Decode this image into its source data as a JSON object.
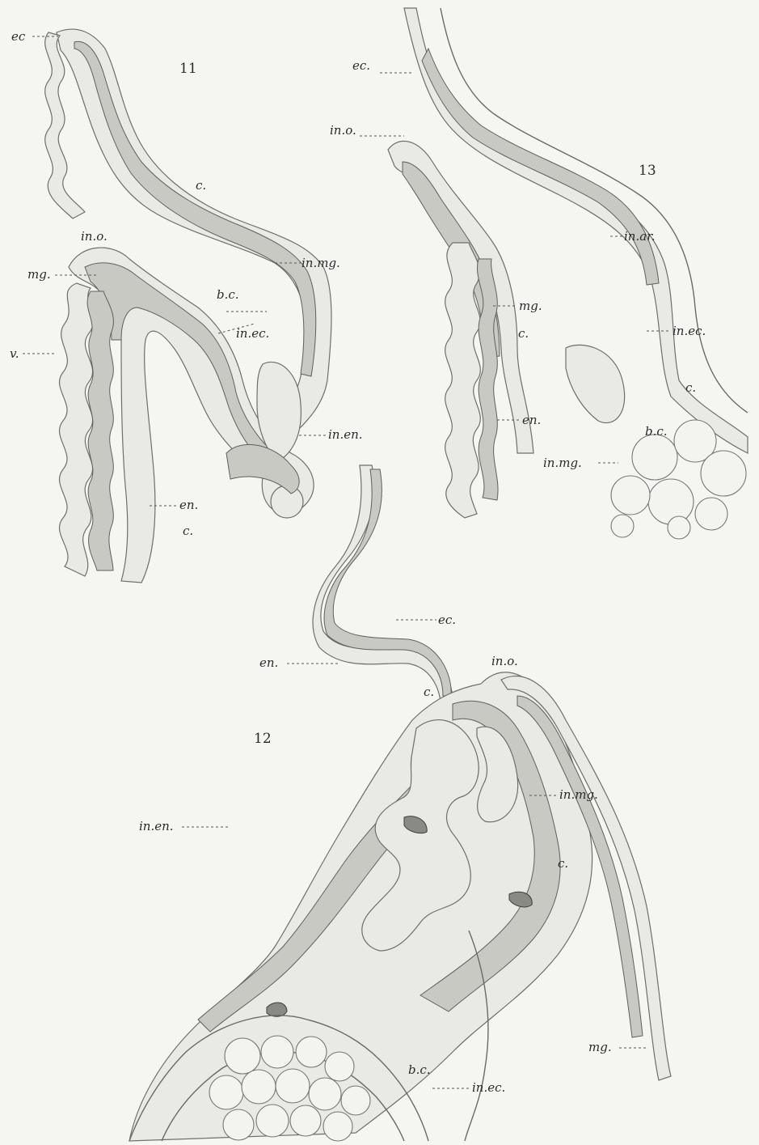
{
  "figures": {
    "fig11": {
      "number": "11",
      "labels": {
        "ec": "ec",
        "in_o": "in.o.",
        "mg": "mg.",
        "v": "v.",
        "c_top": "c.",
        "b_c": "b.c.",
        "in_mg": "in.mg.",
        "in_ec": "in.ec.",
        "in_en": "in.en.",
        "en": "en.",
        "c_bottom": "c."
      }
    },
    "fig12": {
      "number": "12",
      "labels": {
        "ec": "ec.",
        "en": "en.",
        "in_o": "in.o.",
        "c_top": "c.",
        "in_en": "in.en.",
        "in_mg": "in.mg.",
        "c_right": "c.",
        "mg": "mg.",
        "b_c": "b.c.",
        "in_ec": "in.ec."
      }
    },
    "fig13": {
      "number": "13",
      "labels": {
        "ec": "ec.",
        "in_o": "in.o.",
        "in_ar": "in.ar.",
        "mg": "mg.",
        "c_left": "c.",
        "in_ec": "in.ec.",
        "c_right": "c.",
        "en": "en.",
        "b_c": "b.c.",
        "in_mg": "in.mg."
      }
    }
  },
  "colors": {
    "paper": "#f5f5f2",
    "epithelium": "#e9e9e5",
    "mesoderm": "#c9c9c4",
    "ink": "#2a2a2a"
  }
}
